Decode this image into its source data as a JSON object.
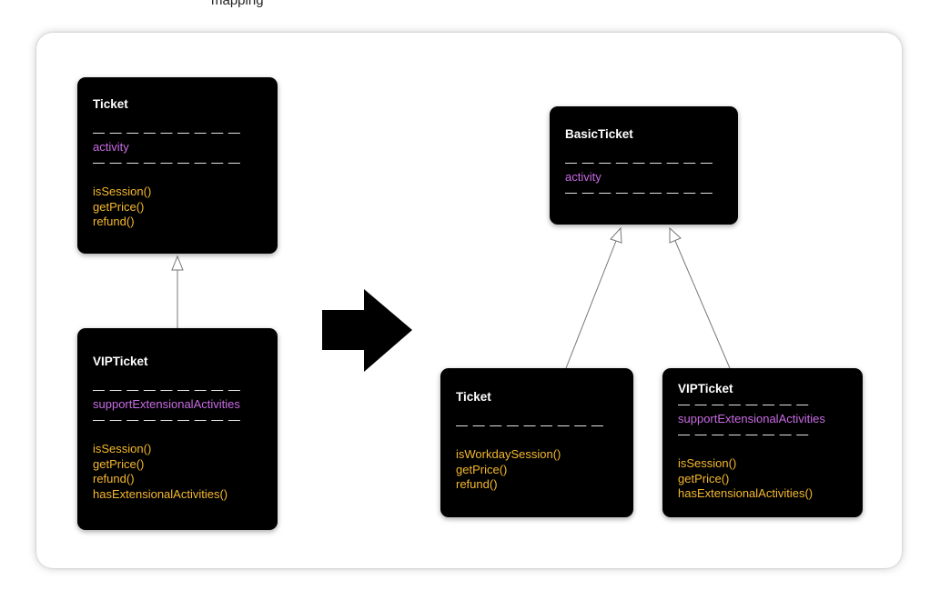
{
  "header_text": "mapping",
  "arrow_direction": "right",
  "colors": {
    "box_background": "#000000",
    "title": "#ffffff",
    "attribute": "#c96be4",
    "method": "#f5b82e",
    "edge": "#777777"
  },
  "left": {
    "ticket": {
      "title": "Ticket",
      "sep1": "— — — — — — — — —",
      "attribute": "activity",
      "sep2": "— — — — — — — — —",
      "methods": [
        "isSession()",
        "getPrice()",
        "refund()"
      ]
    },
    "vip_ticket": {
      "title": "VIPTicket",
      "sep1": "— — — — — — — — —",
      "attribute": "supportExtensionalActivities",
      "sep2": "— — — — — — — — —",
      "methods": [
        "isSession()",
        "getPrice()",
        "refund()",
        "hasExtensionalActivities()"
      ]
    }
  },
  "right": {
    "basic_ticket": {
      "title": "BasicTicket",
      "sep1": "— — — — — — — — —",
      "attribute": "activity",
      "sep2": "— — — — — — — — —"
    },
    "ticket": {
      "title": "Ticket",
      "sep1": "— — — — — — — — —",
      "methods": [
        "isWorkdaySession()",
        "getPrice()",
        "refund()"
      ]
    },
    "vip_ticket": {
      "title": "VIPTicket",
      "sep1": "— — — — — — — —",
      "attribute": "supportExtensionalActivities",
      "sep2": "— — — — — — — —",
      "methods": [
        "isSession()",
        "getPrice()",
        "hasExtensionalActivities()"
      ]
    }
  }
}
